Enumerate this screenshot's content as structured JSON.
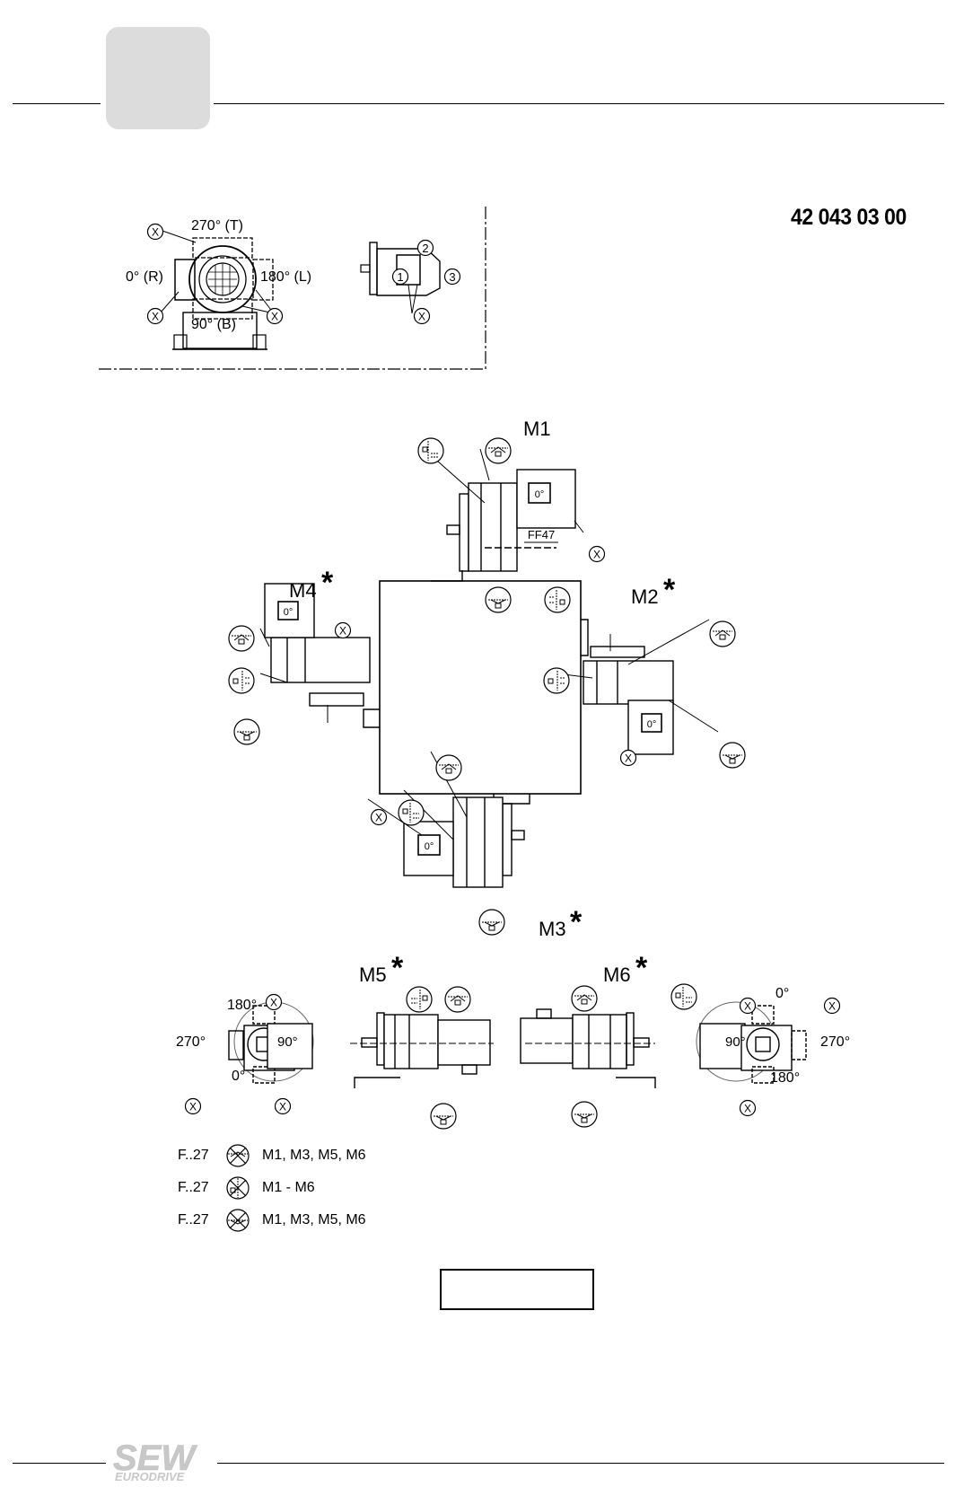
{
  "header": {
    "doc_number": "42 043 03 00"
  },
  "top_left": {
    "pos_top": "270° (T)",
    "pos_left": "0° (R)",
    "pos_right": "180° (L)",
    "pos_bottom": "90° (B)",
    "marker": "X",
    "circled_1": "1",
    "circled_2": "2",
    "circled_3": "3"
  },
  "positions": {
    "m1": "M1",
    "m2": "M2",
    "m3": "M3",
    "m4": "M4",
    "m5": "M5",
    "m6": "M6",
    "star": "*",
    "ff47": "FF47",
    "zero_deg": "0°"
  },
  "m5_detail": {
    "p180": "180°",
    "p270": "270°",
    "p90": "90°",
    "p0": "0°"
  },
  "m6_detail": {
    "p0": "0°",
    "p90": "90°",
    "p270": "270°",
    "p180": "180°"
  },
  "legend": [
    {
      "prefix": "F..27",
      "text": "M1, M3, M5, M6"
    },
    {
      "prefix": "F..27",
      "text": "M1 - M6"
    },
    {
      "prefix": "F..27",
      "text": "M1, M3, M5, M6"
    }
  ],
  "footer": {
    "logo_main": "SEW",
    "logo_sub": "EURODRIVE"
  }
}
